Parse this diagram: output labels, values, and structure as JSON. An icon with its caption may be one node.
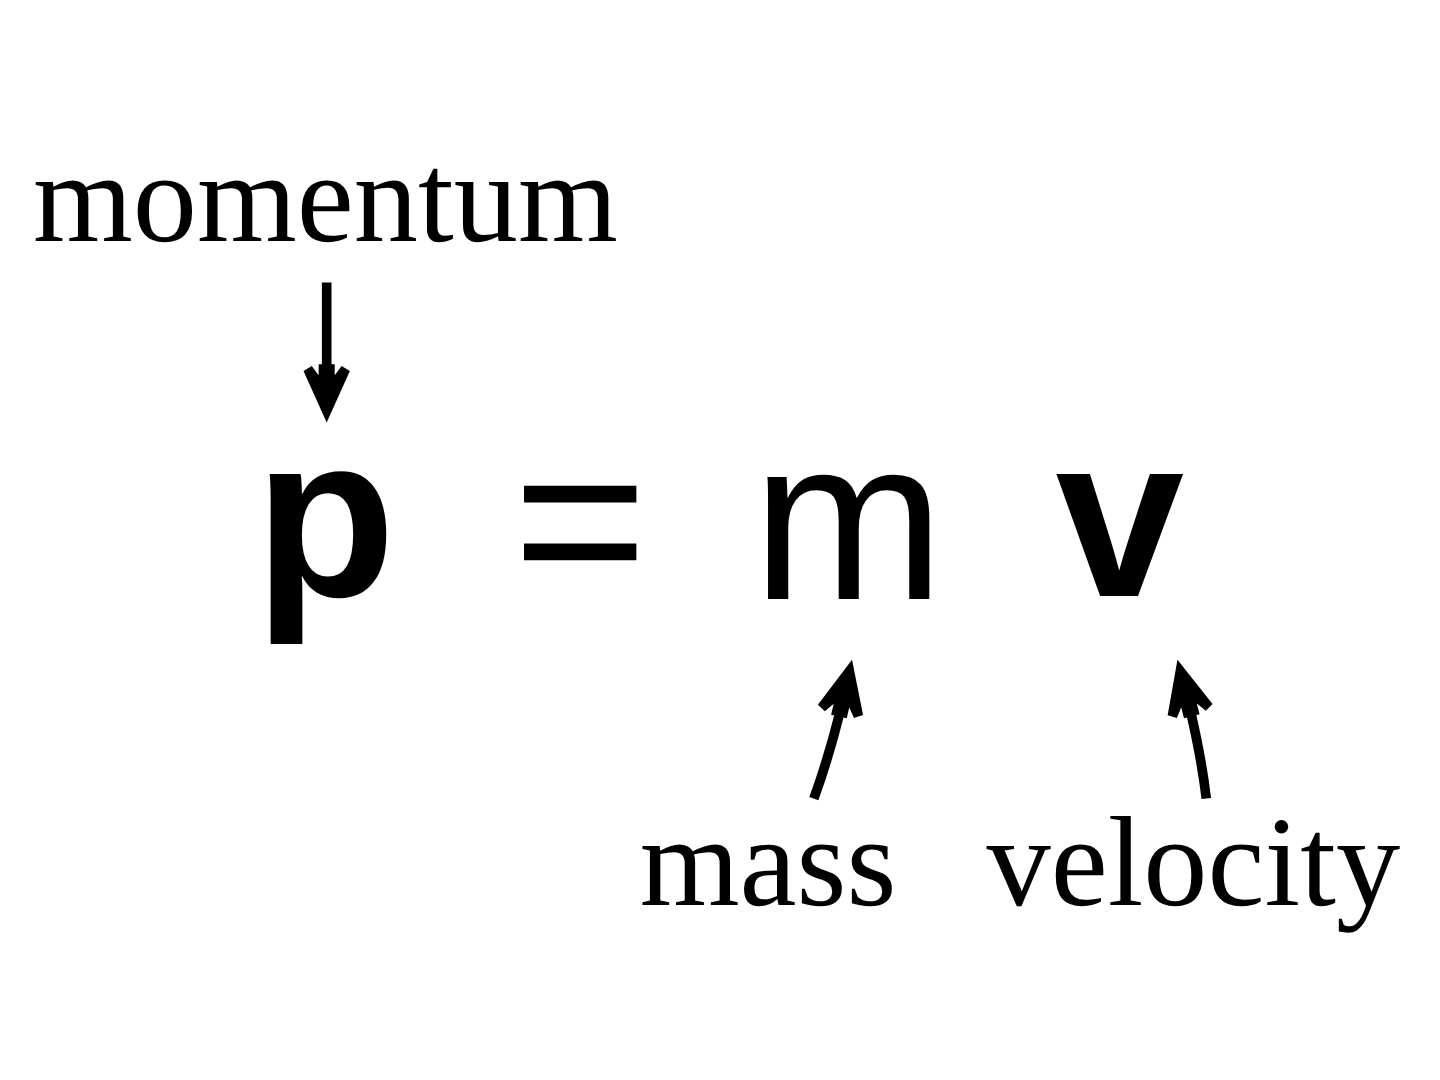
{
  "diagram": {
    "nodes": [
      {
        "text": [
          "momentum"
        ]
      },
      {
        "text": [
          "p"
        ]
      },
      {
        "text": [
          "m"
        ]
      },
      {
        "text": [
          "v"
        ]
      },
      {
        "text": [
          "mass"
        ]
      },
      {
        "text": [
          "velocity"
        ]
      }
    ],
    "edges": [
      {
        "from": 0,
        "to": 1,
        "arrow": "to"
      },
      {
        "from": 4,
        "to": 2,
        "arrow": "to"
      },
      {
        "from": 5,
        "to": 3,
        "arrow": "to"
      }
    ],
    "labels": [
      "="
    ]
  }
}
